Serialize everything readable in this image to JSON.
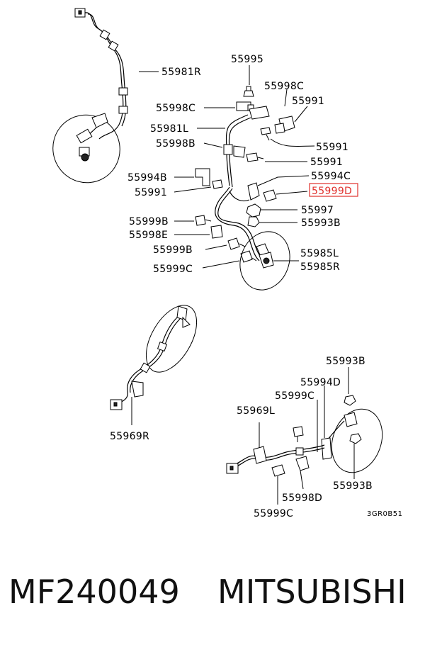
{
  "labels": {
    "l55995": "55995",
    "l55981R": "55981R",
    "l55998C_a": "55998C",
    "l55991_a": "55991",
    "l55998C_b": "55998C",
    "l55981L": "55981L",
    "l55998B": "55998B",
    "l55991_b": "55991",
    "l55991_c": "55991",
    "l55994B": "55994B",
    "l55994C": "55994C",
    "l55991_d": "55991",
    "l55999D": "55999D",
    "l55997": "55997",
    "l55999B_a": "55999B",
    "l55993B_a": "55993B",
    "l55998E": "55998E",
    "l55999B_b": "55999B",
    "l55985L": "55985L",
    "l55999C_a": "55999C",
    "l55985R": "55985R",
    "l55969R": "55969R",
    "l55993B_b": "55993B",
    "l55994D": "55994D",
    "l55999C_b": "55999C",
    "l55969L": "55969L",
    "l55993B_c": "55993B",
    "l55998D": "55998D",
    "l55999C_c": "55999C",
    "drawing_code": "3GR0B51"
  },
  "highlight_color": "#e0302c",
  "footer": {
    "part_number": "MF240049",
    "manufacturer": "MITSUBISHI"
  }
}
